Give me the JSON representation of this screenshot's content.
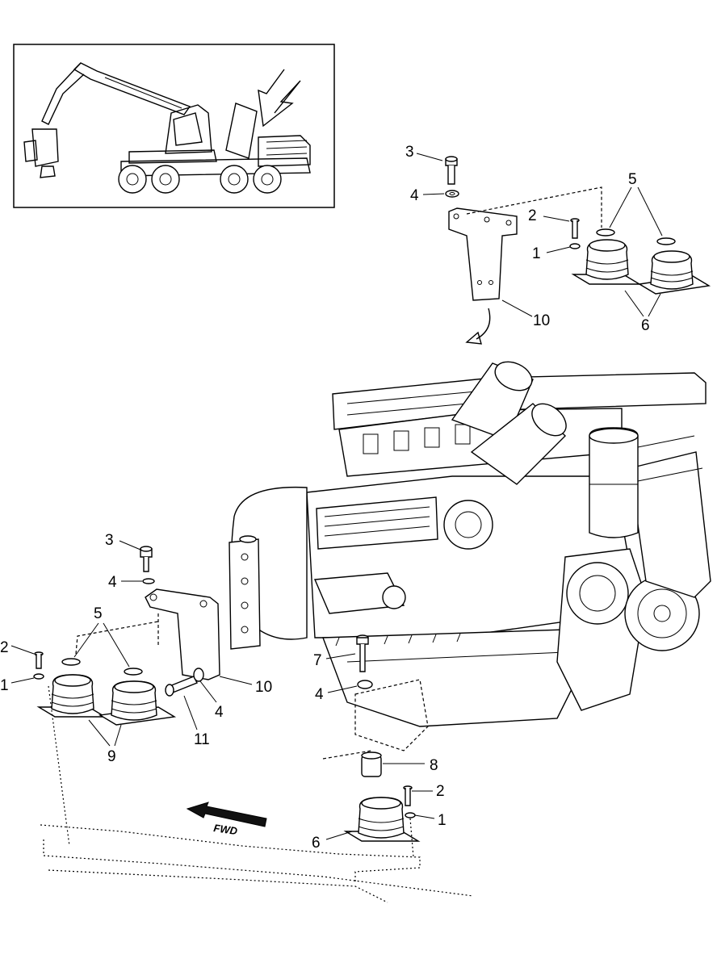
{
  "callouts": {
    "top": {
      "c3": "3",
      "c4": "4",
      "c2": "2",
      "c1": "1",
      "c5": "5",
      "c10": "10",
      "c6": "6"
    },
    "left": {
      "c3": "3",
      "c4a": "4",
      "c5": "5",
      "c2": "2",
      "c1": "1",
      "c10": "10",
      "c4b": "4",
      "c11": "11",
      "c9": "9"
    },
    "center": {
      "c7": "7",
      "c4": "4",
      "c8": "8",
      "c2": "2",
      "c1": "1",
      "c6": "6"
    }
  },
  "arrow_label": "FWD"
}
